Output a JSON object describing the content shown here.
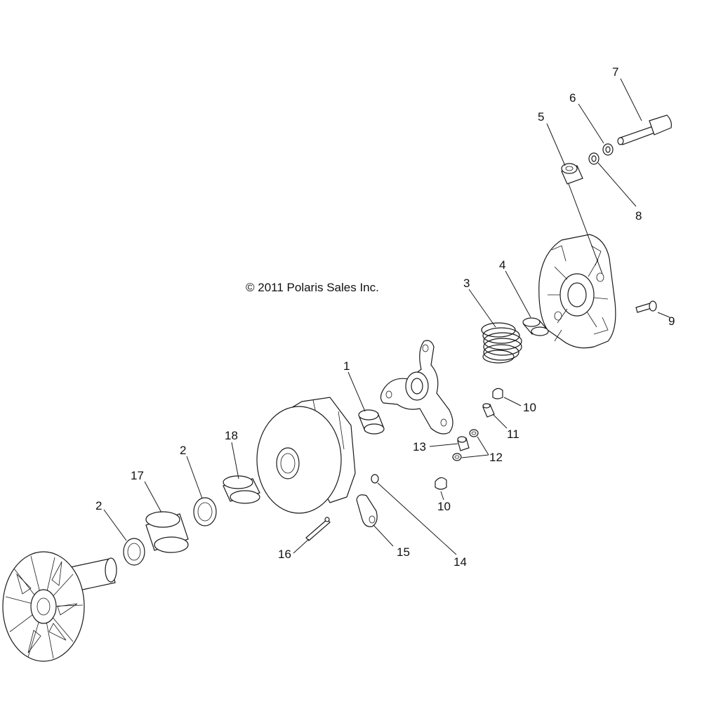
{
  "copyright": "© 2011 Polaris Sales Inc.",
  "callouts": {
    "c1": "1",
    "c2a": "2",
    "c2b": "2",
    "c3": "3",
    "c4": "4",
    "c5": "5",
    "c6": "6",
    "c7": "7",
    "c8": "8",
    "c9": "9",
    "c10a": "10",
    "c10b": "10",
    "c11": "11",
    "c12": "12",
    "c13": "13",
    "c14": "14",
    "c15": "15",
    "c16": "16",
    "c17": "17",
    "c18": "18"
  }
}
